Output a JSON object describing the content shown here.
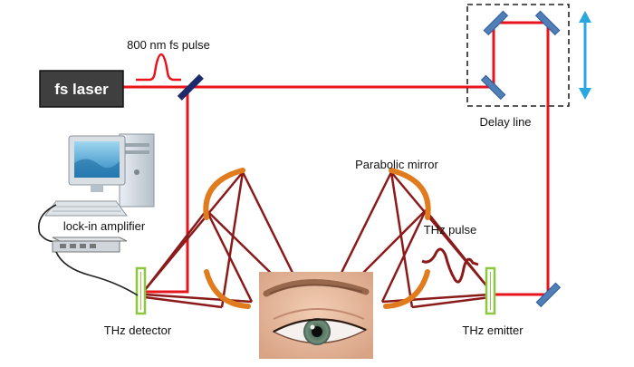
{
  "labels": {
    "laser": "fs laser",
    "pulse": "800 nm fs pulse",
    "delay_line": "Delay line",
    "parabolic_mirror": "Parabolic mirror",
    "thz_pulse": "THz pulse",
    "lockin": "lock-in amplifier",
    "detector": "THz detector",
    "emitter": "THz emitter"
  },
  "colors": {
    "beam": "#e8141c",
    "thz_beam": "#8b1a1a",
    "mirror": "#2d5aa0",
    "parabolic": "#e07b1e",
    "crystal": "#8dc63f",
    "arrow": "#29a8e0",
    "laser_box": "#3f3f3f"
  },
  "icons": {
    "computer": "desktop-computer-icon",
    "eye": "human-eye-photo",
    "arrow": "double-headed-arrow-icon"
  }
}
